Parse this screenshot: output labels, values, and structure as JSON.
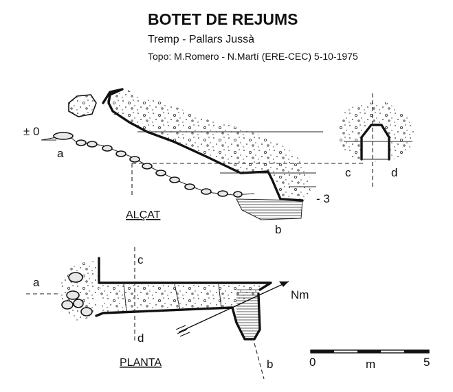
{
  "header": {
    "title": "BOTET DE REJUMS",
    "location": "Tremp - Pallars Jussà",
    "credits": "Topo: M.Romero - N.Martí (ERE-CEC)  5-10-1975"
  },
  "elevation": {
    "label": "ALÇAT",
    "datum": "± 0",
    "depth": "- 3",
    "entrance": "a",
    "bottom": "b",
    "section_left": "c",
    "section_right": "d"
  },
  "plan": {
    "label": "PLANTA",
    "entrance": "a",
    "bottom": "b",
    "section_top": "c",
    "section_bottom": "d",
    "north": "Nm"
  },
  "scale": {
    "start": "0",
    "unit": "m",
    "end": "5",
    "value_m": 5
  }
}
